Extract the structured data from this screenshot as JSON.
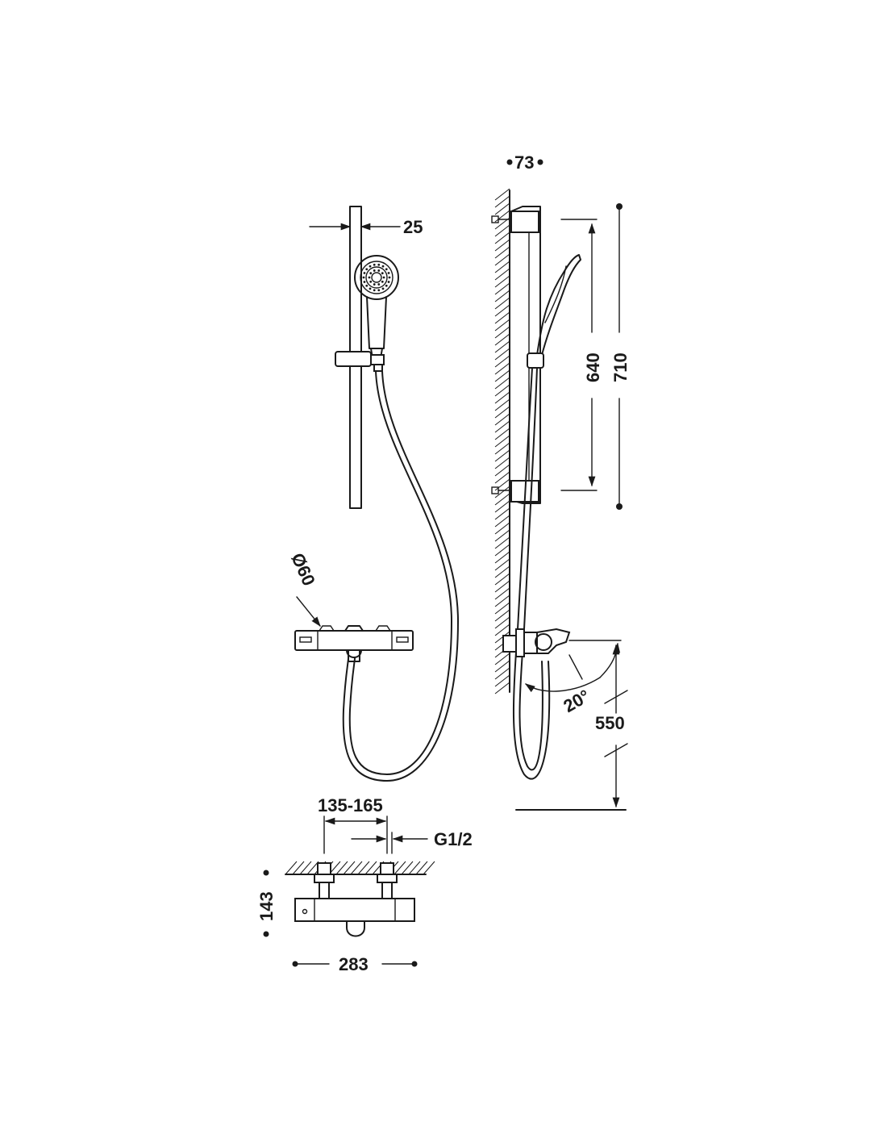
{
  "dimensions": {
    "rail_width": "25",
    "rail_depth": "73",
    "rail_length_inner": "640",
    "rail_length_total": "710",
    "head_diameter": "Ø60",
    "mixer_angle": "20°",
    "mixer_height": "550",
    "inlet_centres": "135-165",
    "inlet_thread": "G1/2",
    "mixer_depth": "143",
    "mixer_width": "283"
  }
}
